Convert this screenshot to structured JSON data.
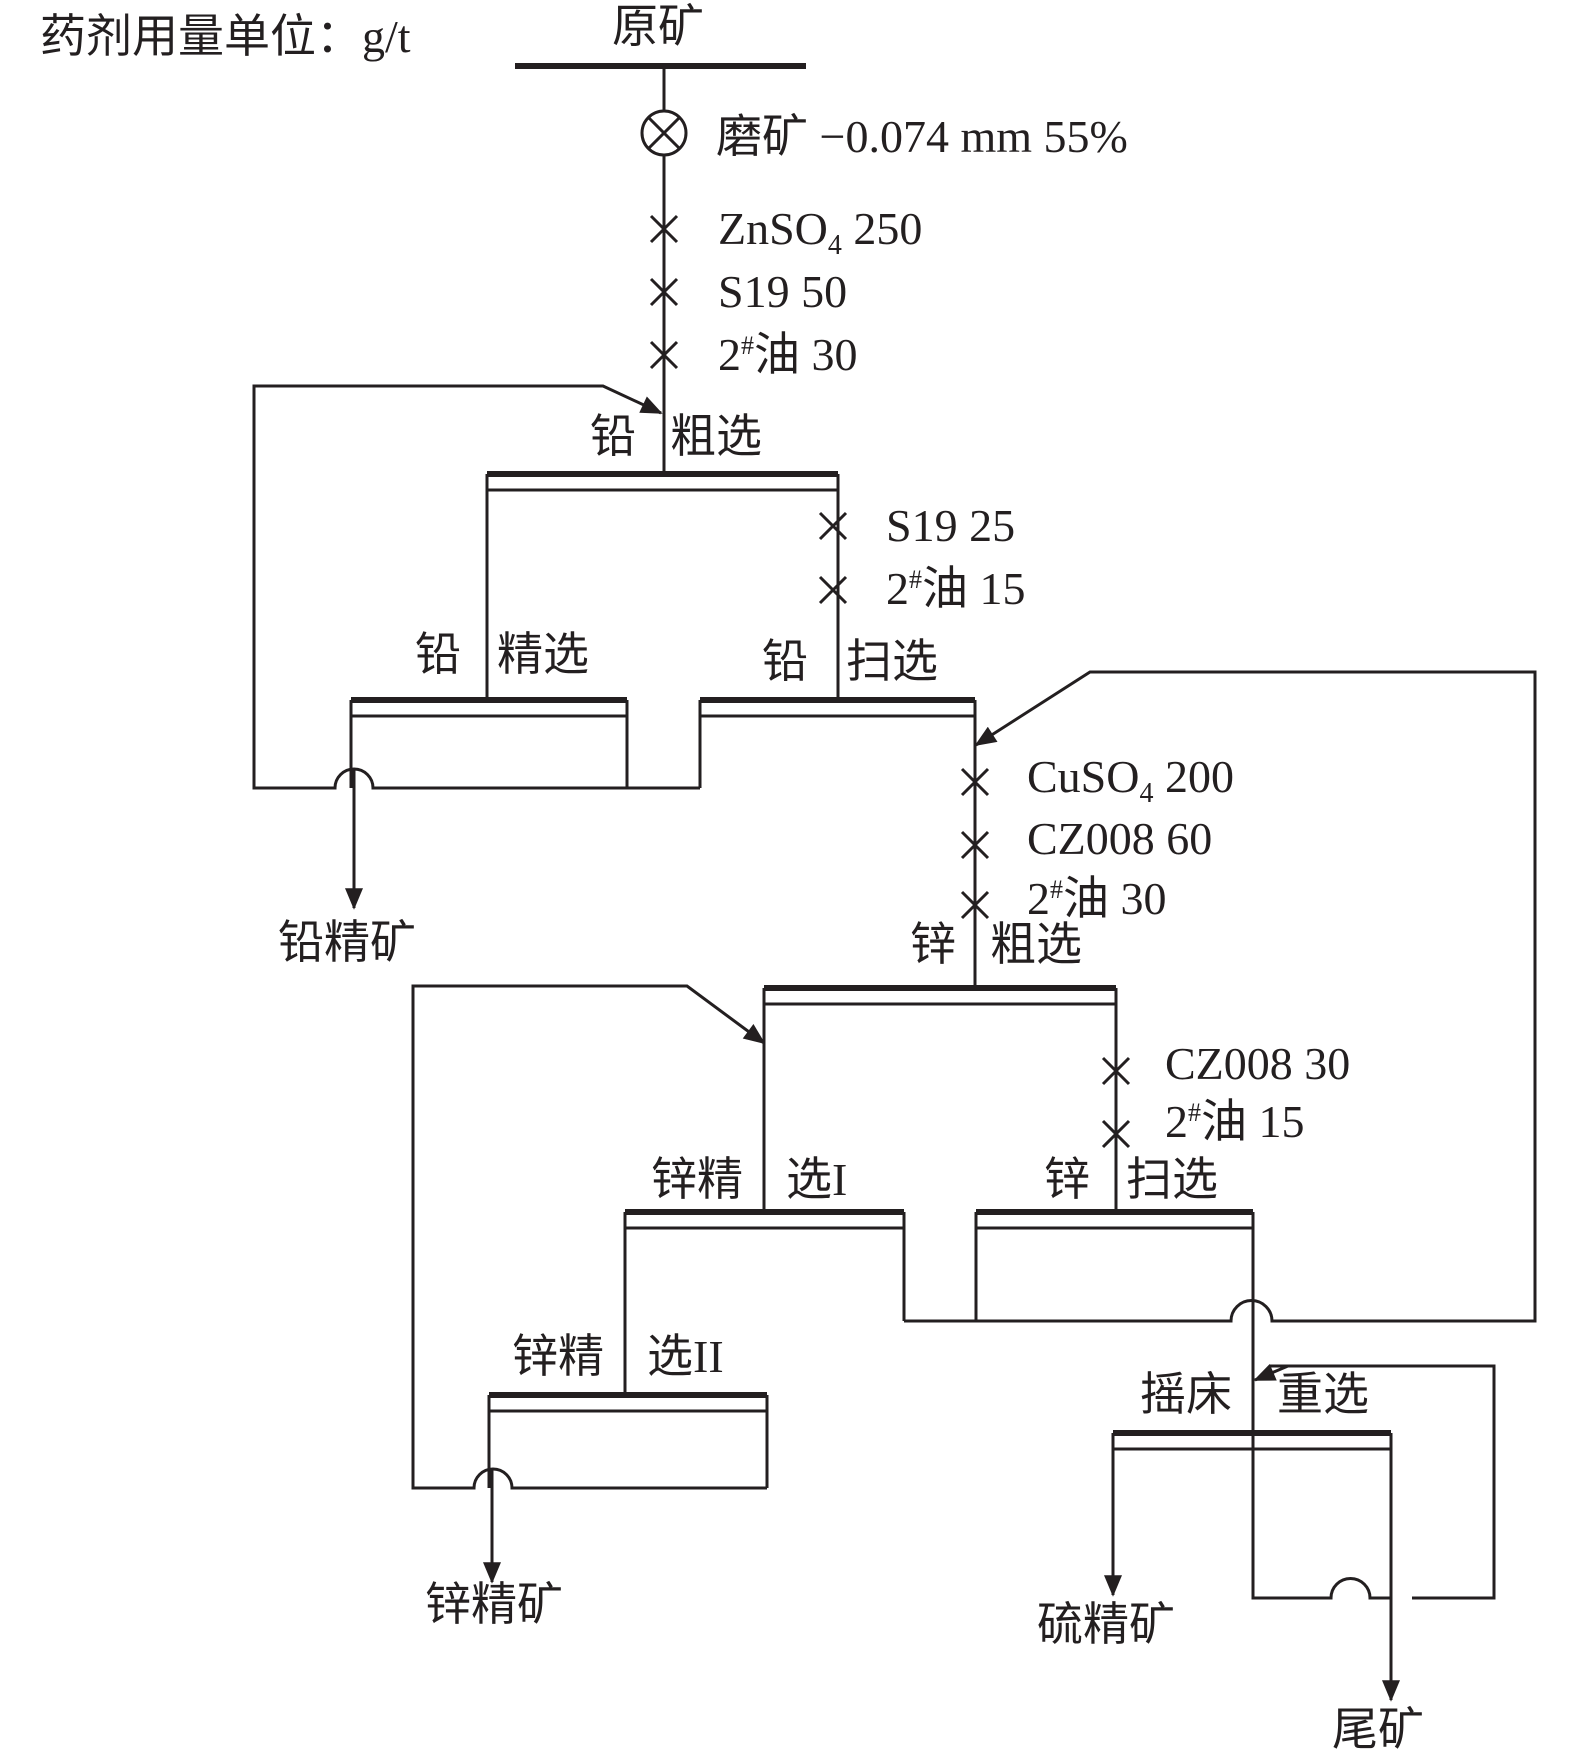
{
  "header": {
    "dosage_unit": "药剂用量单位：g/t"
  },
  "feed": {
    "label": "原矿"
  },
  "grinding": {
    "label": "磨矿 −0.074 mm 55%"
  },
  "lead_rougher_reagents": [
    {
      "name": "ZnSO",
      "sub": "4",
      "dose": " 250"
    },
    {
      "name": "S19",
      "dose": " 50"
    },
    {
      "name": "2",
      "sup": "#",
      "rest": "油",
      "dose": " 30"
    }
  ],
  "stages": {
    "lead_rougher": {
      "left": "铅",
      "right": "粗选"
    },
    "lead_cleaner": {
      "left": "铅",
      "right": "精选"
    },
    "lead_scavenger": {
      "left": "铅",
      "right": "扫选"
    },
    "zinc_rougher": {
      "left": "锌",
      "right": "粗选"
    },
    "zinc_cleaner_1": {
      "left": "锌精",
      "right": "选I"
    },
    "zinc_scavenger": {
      "left": "锌",
      "right": "扫选"
    },
    "zinc_cleaner_2": {
      "left": "锌精",
      "right": "选II"
    },
    "shaking_table": {
      "left": "摇床",
      "right": "重选"
    }
  },
  "lead_scavenger_reagents": [
    {
      "name": "S19",
      "dose": " 25"
    },
    {
      "name": "2",
      "sup": "#",
      "rest": "油",
      "dose": " 15"
    }
  ],
  "zinc_rougher_reagents": [
    {
      "name": "CuSO",
      "sub": "4",
      "dose": " 200"
    },
    {
      "name": "CZ008",
      "dose": " 60"
    },
    {
      "name": "2",
      "sup": "#",
      "rest": "油",
      "dose": " 30"
    }
  ],
  "zinc_scavenger_reagents": [
    {
      "name": "CZ008",
      "dose": " 30"
    },
    {
      "name": "2",
      "sup": "#",
      "rest": "油",
      "dose": " 15"
    }
  ],
  "products": {
    "lead_concentrate": "铅精矿",
    "zinc_concentrate": "锌精矿",
    "sulfur_concentrate": "硫精矿",
    "tailings": "尾矿"
  },
  "style": {
    "line_color": "#231f20"
  }
}
